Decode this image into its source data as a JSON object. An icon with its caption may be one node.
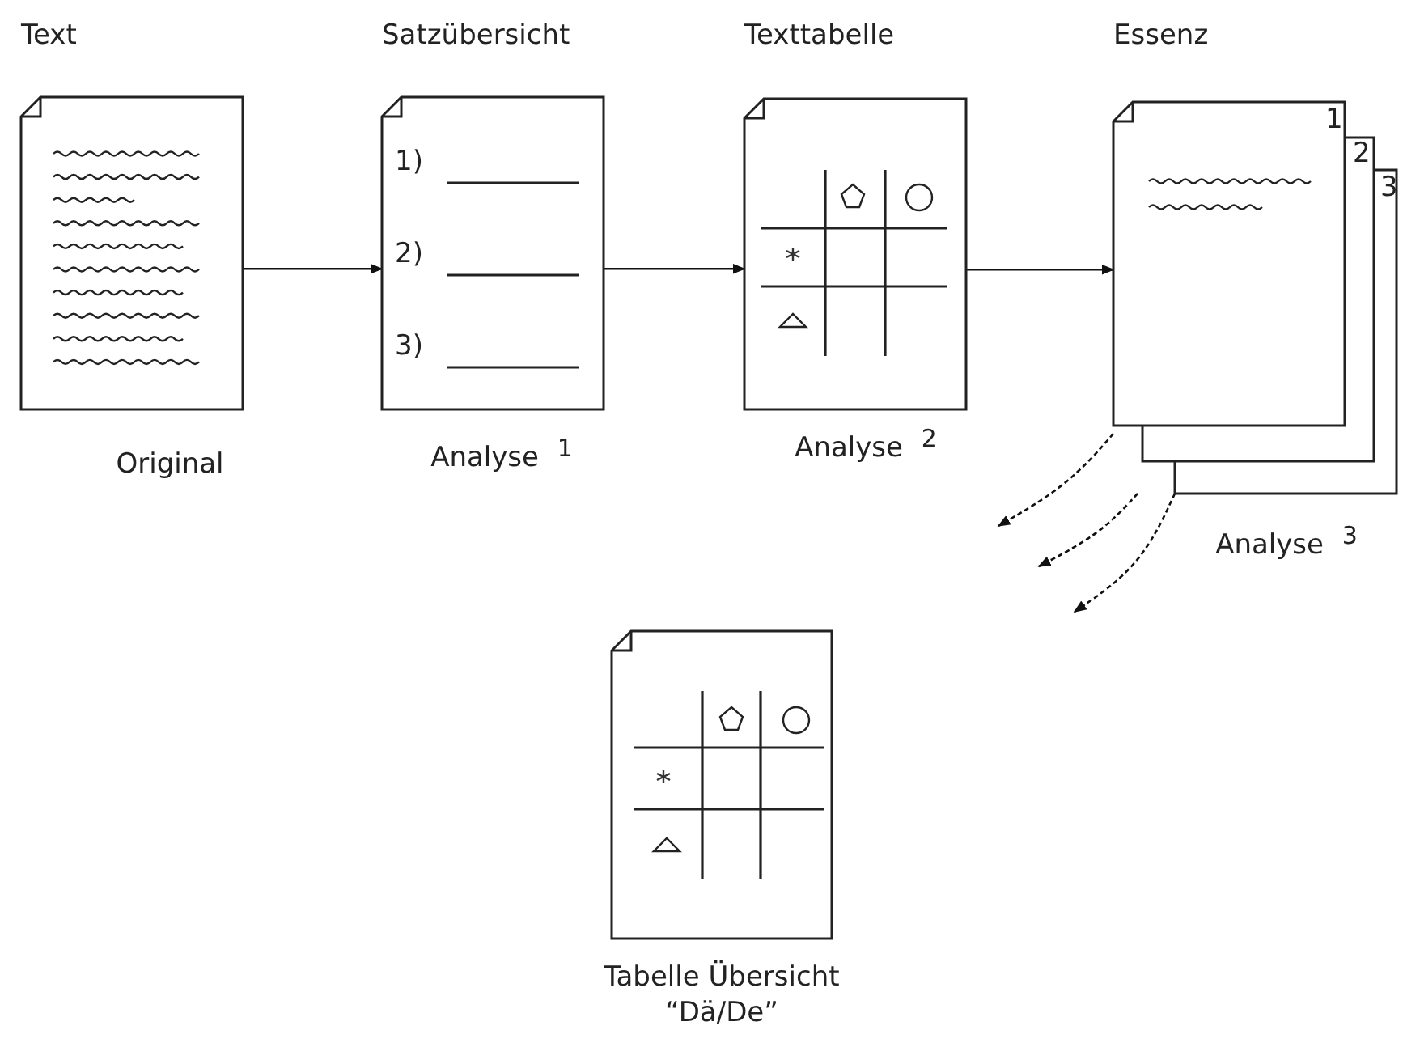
{
  "diagram": {
    "nodes": [
      {
        "text": [
          "Text"
        ],
        "beside": [
          "Original"
        ]
      },
      {
        "text": [
          "Satzübersicht",
          "1)",
          "2)",
          "3)"
        ],
        "beside": [
          "Analyse $^{1}$"
        ]
      },
      {
        "text": [
          "Texttabelle"
        ],
        "beside": [
          "Analyse $^{2}$"
        ]
      },
      {
        "text": [
          "Essenz",
          "1",
          "2",
          "3"
        ],
        "beside": [
          "Analyse $^{3}$"
        ]
      },
      {
        "text": [],
        "shape": "picture",
        "beside": [
          "Tabelle Übersicht “Dä/De”"
        ]
      }
    ],
    "edges": [
      {
        "from": 0,
        "to": 1,
        "arrow": "to"
      },
      {
        "from": 1,
        "to": 2,
        "arrow": "to"
      },
      {
        "from": 2,
        "to": 3,
        "arrow": "to"
      },
      {
        "from": 3,
        "to": null,
        "arrow": "to",
        "style": "dashed"
      },
      {
        "from": 3,
        "to": null,
        "arrow": "to",
        "style": "dashed"
      },
      {
        "from": 3,
        "to": null,
        "arrow": "to",
        "style": "dashed"
      }
    ]
  }
}
